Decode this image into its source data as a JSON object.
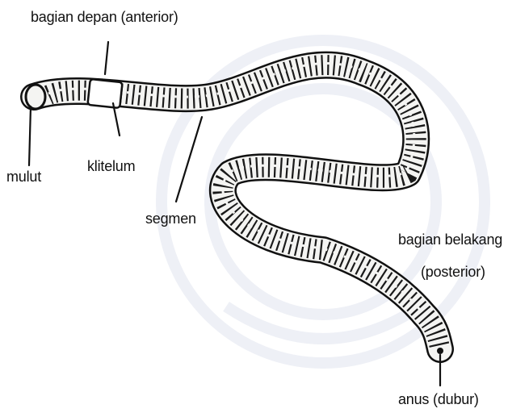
{
  "labels": {
    "anterior": "bagian depan (anterior)",
    "mulut": "mulut",
    "klitelum": "klitelum",
    "segmen": "segmen",
    "posterior_line1": "bagian belakang",
    "posterior_line2": "(posterior)",
    "anus": "anus (dubur)"
  },
  "colors": {
    "outline": "#111111",
    "body_fill": "#f4f4f2",
    "clitellum_fill": "#ffffff",
    "segment_band": "#1a1a1a",
    "watermark": "#eef0f6"
  },
  "icons": {
    "watermark": "university-seal-watermark"
  }
}
